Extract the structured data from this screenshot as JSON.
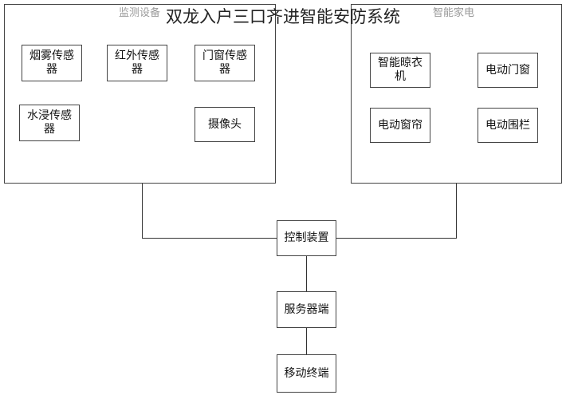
{
  "title": "双龙入户三口齐进智能安防系统",
  "monitoring": {
    "label": "监测设备",
    "sensors": [
      "烟雾传感器",
      "红外传感器",
      "门窗传感器",
      "水浸传感器",
      "摄像头"
    ]
  },
  "appliances": {
    "label": "智能家电",
    "devices": [
      "智能晾衣机",
      "电动门窗",
      "电动窗帘",
      "电动围栏"
    ]
  },
  "chain": {
    "controller": "控制装置",
    "server": "服务器端",
    "mobile": "移动终端"
  }
}
